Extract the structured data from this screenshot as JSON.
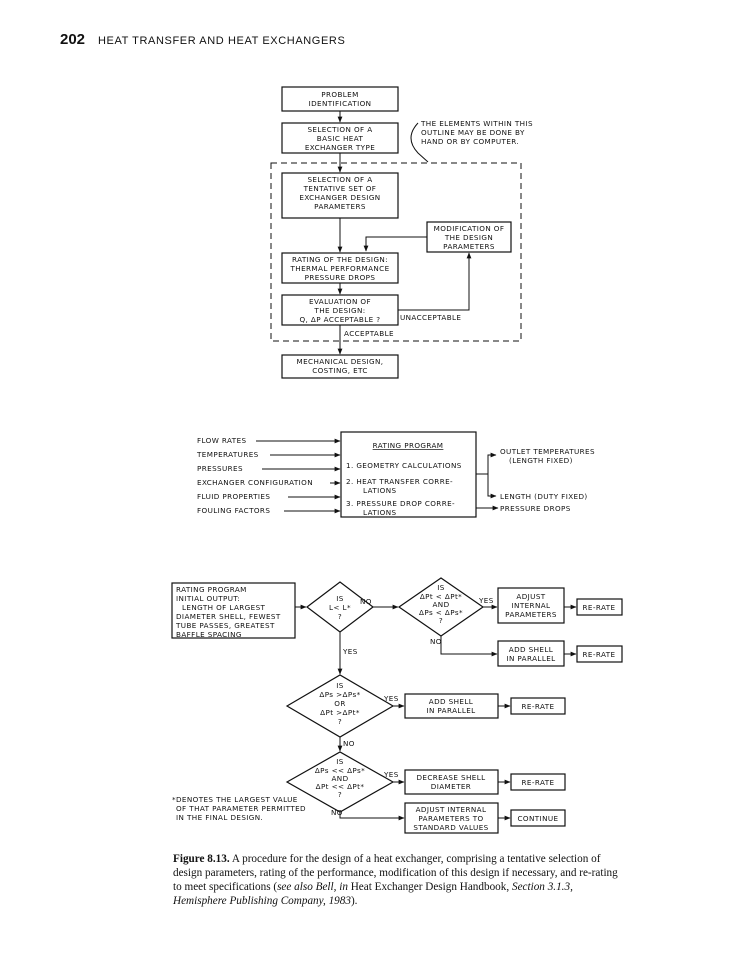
{
  "header": {
    "page_number": "202",
    "running_title": "HEAT TRANSFER AND HEAT EXCHANGERS"
  },
  "flowchart1": {
    "problem": [
      "PROBLEM",
      "IDENTIFICATION"
    ],
    "selection_basic": [
      "SELECTION OF A",
      "BASIC HEAT",
      "EXCHANGER TYPE"
    ],
    "outline_note": [
      "THE ELEMENTS WITHIN THIS",
      "OUTLINE MAY BE DONE BY",
      "HAND OR BY COMPUTER."
    ],
    "selection_params": [
      "SELECTION OF A",
      "TENTATIVE SET OF",
      "EXCHANGER DESIGN",
      "PARAMETERS"
    ],
    "modification": [
      "MODIFICATION OF",
      "THE DESIGN",
      "PARAMETERS"
    ],
    "rating": [
      "RATING OF THE DESIGN:",
      "THERMAL PERFORMANCE",
      "PRESSURE DROPS"
    ],
    "evaluation": [
      "EVALUATION OF",
      "THE DESIGN:",
      "Q, ΔP ACCEPTABLE ?"
    ],
    "unacceptable": "UNACCEPTABLE",
    "acceptable": "ACCEPTABLE",
    "mechanical": [
      "MECHANICAL DESIGN,",
      "COSTING, ETC"
    ]
  },
  "flowchart2": {
    "inputs": [
      "FLOW RATES",
      "TEMPERATURES",
      "PRESSURES",
      "EXCHANGER CONFIGURATION",
      "FLUID PROPERTIES",
      "FOULING FACTORS"
    ],
    "program_title": "RATING PROGRAM",
    "program_items": [
      "1.  GEOMETRY CALCULATIONS",
      "2.  HEAT TRANSFER CORRE-",
      "LATIONS",
      "3.  PRESSURE DROP CORRE-",
      "LATIONS"
    ],
    "outputs": [
      "OUTLET TEMPERATURES",
      "(LENGTH FIXED)",
      "LENGTH (DUTY FIXED)",
      "PRESSURE DROPS"
    ]
  },
  "flowchart3": {
    "start_box": [
      "RATING PROGRAM",
      "INITIAL OUTPUT:",
      "LENGTH OF LARGEST",
      "DIAMETER SHELL, FEWEST",
      "TUBE PASSES, GREATEST",
      "BAFFLE SPACING"
    ],
    "d1": [
      "IS",
      "L< L*",
      "?"
    ],
    "d2": [
      "IS",
      "ΔPt  < ΔPt*",
      "AND",
      "ΔPs  < ΔPs*",
      "?"
    ],
    "d3": [
      "IS",
      "ΔPs >ΔPs*",
      "OR",
      "ΔPt >ΔPt*",
      "?"
    ],
    "d4": [
      "IS",
      "ΔPs << ΔPs*",
      "AND",
      "ΔPt << ΔPt*",
      "?"
    ],
    "yes": "YES",
    "no": "NO",
    "adjust_internal": [
      "ADJUST",
      "INTERNAL",
      "PARAMETERS"
    ],
    "add_shell": [
      "ADD SHELL",
      "IN PARALLEL"
    ],
    "decrease_shell": [
      "DECREASE SHELL",
      "DIAMETER"
    ],
    "adjust_standard": [
      "ADJUST INTERNAL",
      "PARAMETERS TO",
      "STANDARD VALUES"
    ],
    "rerate": "RE-RATE",
    "continue": "CONTINUE",
    "footnote": [
      "*DENOTES THE LARGEST VALUE",
      "OF THAT PARAMETER PERMITTED",
      "IN THE FINAL DESIGN."
    ]
  },
  "caption": {
    "label": "Figure 8.13.",
    "text": " A procedure for the design of a heat exchanger, comprising a tentative selection of design parameters, rating of the performance, modification of this design if necessary, and re-rating to meet specifications (",
    "italic": "see also Bell, in ",
    "plain2": "Heat Exchanger Design Handbook, ",
    "italic2": "Section 3.1.3, Hemisphere Publishing Company, 1983",
    "end": ")."
  }
}
